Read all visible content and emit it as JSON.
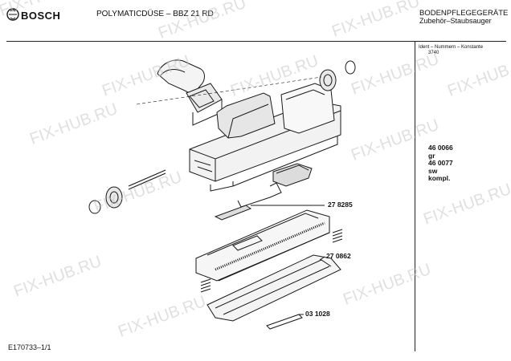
{
  "header": {
    "brand": "BOSCH",
    "model": "POLYMATICDÜSE – BBZ 21 RD",
    "category_line1": "BODENPFLEGEGERÄTE",
    "category_line2": "Zubehör–Staubsauger"
  },
  "ident": {
    "label": "Ident – Nummern – Konstante",
    "value": "3740"
  },
  "sidebar": [
    "46 0066",
    "gr",
    "46 0077",
    "sw",
    "kompl."
  ],
  "parts": [
    "27 8285",
    "27 0862",
    "03 1028"
  ],
  "document_id": "E170733–1/1",
  "watermark": "FIX-HUB.RU"
}
